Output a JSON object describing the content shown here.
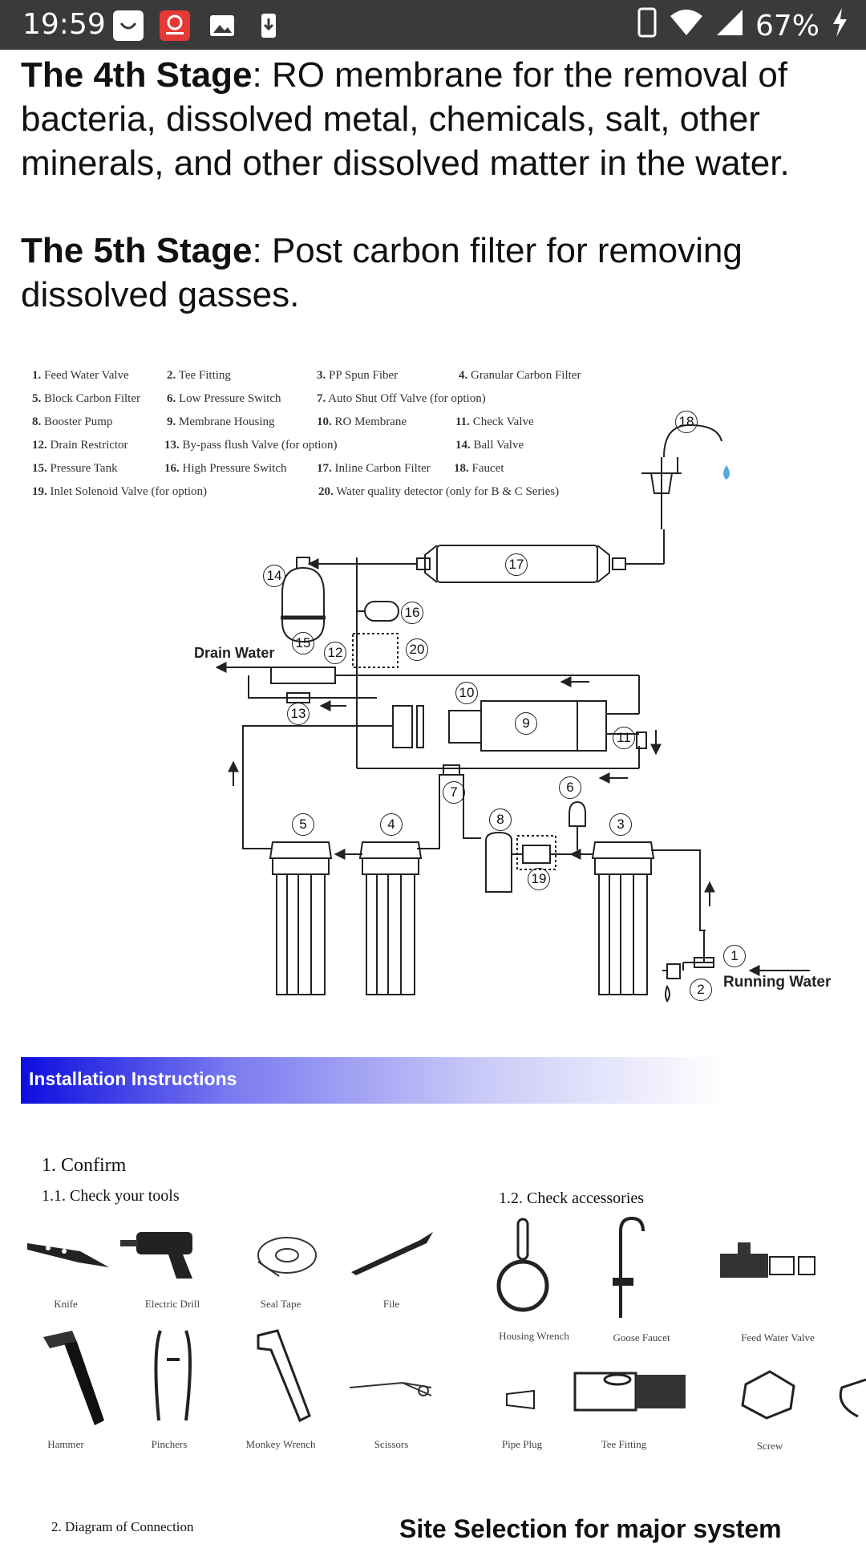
{
  "status_bar": {
    "time": "19:59",
    "battery": "67%"
  },
  "article": {
    "stage4_label": "The 4th Stage",
    "stage4_text": ": RO membrane for the removal of bacteria, dissolved metal, chemicals, salt, other minerals, and other dissolved matter in the water.",
    "stage5_label": "The 5th Stage",
    "stage5_text": ": Post carbon filter for removing dissolved gasses."
  },
  "diagram": {
    "legend": [
      {
        "num": "1.",
        "text": "Feed Water Valve"
      },
      {
        "num": "2.",
        "text": "Tee Fitting"
      },
      {
        "num": "3.",
        "text": "PP Spun Fiber"
      },
      {
        "num": "4.",
        "text": "Granular Carbon Filter"
      },
      {
        "num": "5.",
        "text": "Block Carbon Filter"
      },
      {
        "num": "6.",
        "text": "Low Pressure Switch"
      },
      {
        "num": "7.",
        "text": "Auto Shut Off Valve (for option)"
      },
      {
        "num": "8.",
        "text": "Booster Pump"
      },
      {
        "num": "9.",
        "text": "Membrane Housing"
      },
      {
        "num": "10.",
        "text": "RO Membrane"
      },
      {
        "num": "11.",
        "text": "Check Valve"
      },
      {
        "num": "12.",
        "text": "Drain Restrictor"
      },
      {
        "num": "13.",
        "text": "By-pass flush Valve (for option)"
      },
      {
        "num": "14.",
        "text": "Ball Valve"
      },
      {
        "num": "15.",
        "text": "Pressure Tank"
      },
      {
        "num": "16.",
        "text": "High Pressure Switch"
      },
      {
        "num": "17.",
        "text": "Inline Carbon Filter"
      },
      {
        "num": "18.",
        "text": "Faucet"
      },
      {
        "num": "19.",
        "text": "Inlet Solenoid Valve (for option)"
      },
      {
        "num": "20.",
        "text": "Water quality detector (only for B & C Series)"
      }
    ],
    "drain_water": "Drain Water",
    "running_water": "Running Water",
    "callouts": [
      "1",
      "2",
      "3",
      "4",
      "5",
      "6",
      "7",
      "8",
      "9",
      "10",
      "11",
      "12",
      "13",
      "14",
      "15",
      "16",
      "17",
      "18",
      "19",
      "20"
    ]
  },
  "banner": {
    "title": "Installation Instructions"
  },
  "instructions": {
    "confirm": "1. Confirm",
    "check_tools": "1.1. Check your tools",
    "check_accessories": "1.2. Check accessories",
    "tools": [
      "Knife",
      "Electric Drill",
      "Seal Tape",
      "File",
      "Hammer",
      "Pinchers",
      "Monkey Wrench",
      "Scissors"
    ],
    "accessories": [
      "Housing Wrench",
      "Goose Faucet",
      "Feed Water Valve",
      "Pipe Plug",
      "Tee Fitting",
      "Screw"
    ],
    "diagram_connection": "2. Diagram of Connection",
    "site_selection": "Site Selection for major system"
  }
}
